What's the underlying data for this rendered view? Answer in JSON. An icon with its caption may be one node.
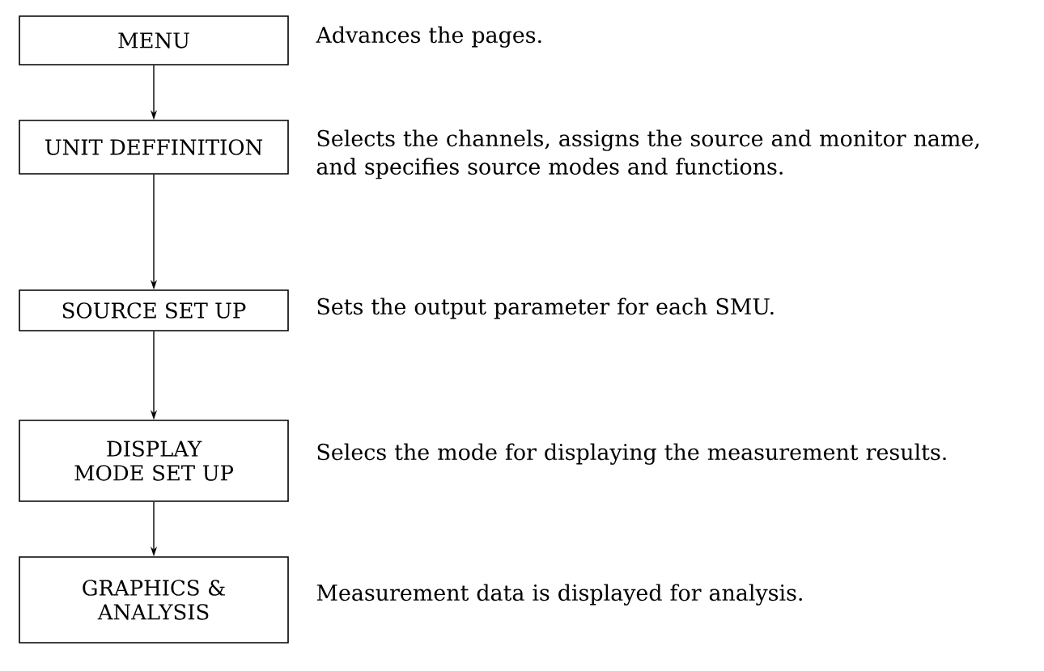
{
  "diagram": {
    "nodes": [
      {
        "text": [
          "MENU"
        ],
        "beside": [
          "Advances the pages."
        ]
      },
      {
        "text": [
          "UNIT DEFFINITION"
        ],
        "beside": [
          "Selects the channels, assigns the source and monitor name, and specifies source modes and functions."
        ]
      },
      {
        "text": [
          "SOURCE SET UP"
        ],
        "beside": [
          "Sets the output parameter for each SMU."
        ]
      },
      {
        "text": [
          "DISPLAY MODE SET UP"
        ],
        "beside": [
          "Selecs the mode for displaying the measurement results."
        ]
      },
      {
        "text": [
          "GRAPHICS & ANALYSIS"
        ],
        "beside": [
          "Measurement data is displayed for analysis."
        ]
      }
    ],
    "edges": [
      {
        "from": 0,
        "to": 1,
        "arrow": "to"
      },
      {
        "from": 1,
        "to": 2,
        "arrow": "to"
      },
      {
        "from": 2,
        "to": 3,
        "arrow": "to"
      },
      {
        "from": 3,
        "to": 4,
        "arrow": "to"
      }
    ]
  }
}
